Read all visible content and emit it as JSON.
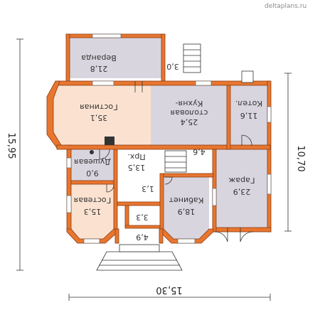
{
  "watermark": "deltaplans.ru",
  "colors": {
    "wall": "#e8762f",
    "wall_stroke": "#8a3b12",
    "room_gray": "#d9d5df",
    "room_peach": "#fbe2d0",
    "room_white": "#ffffff"
  },
  "rooms": {
    "veranda": {
      "name": "Веранда",
      "area": "21,8"
    },
    "small_top": {
      "area": "3,0"
    },
    "living": {
      "name": "Гостиная",
      "area": "35,1"
    },
    "kitchen": {
      "name_line1": "Кухня-",
      "name_line2": "столовая",
      "area": "25,4"
    },
    "boiler": {
      "name": "Котел.",
      "area": "11,6"
    },
    "shower": {
      "name": "Душевая",
      "area": "9,0"
    },
    "hall": {
      "name": "Прх.",
      "area": "13,5"
    },
    "stair_area": {
      "area": "4,6"
    },
    "corridor": {
      "area": "1,3"
    },
    "guest": {
      "name": "Гостевая",
      "area": "15,3"
    },
    "office": {
      "name": "Кабинет",
      "area": "18,9"
    },
    "garage": {
      "name": "Гараж",
      "area": "23,9"
    },
    "wc": {
      "area": "3,3"
    },
    "entry": {
      "area": "4,9"
    }
  },
  "dimensions": {
    "left": "15,95",
    "right": "10,70",
    "bottom": "15,30"
  }
}
